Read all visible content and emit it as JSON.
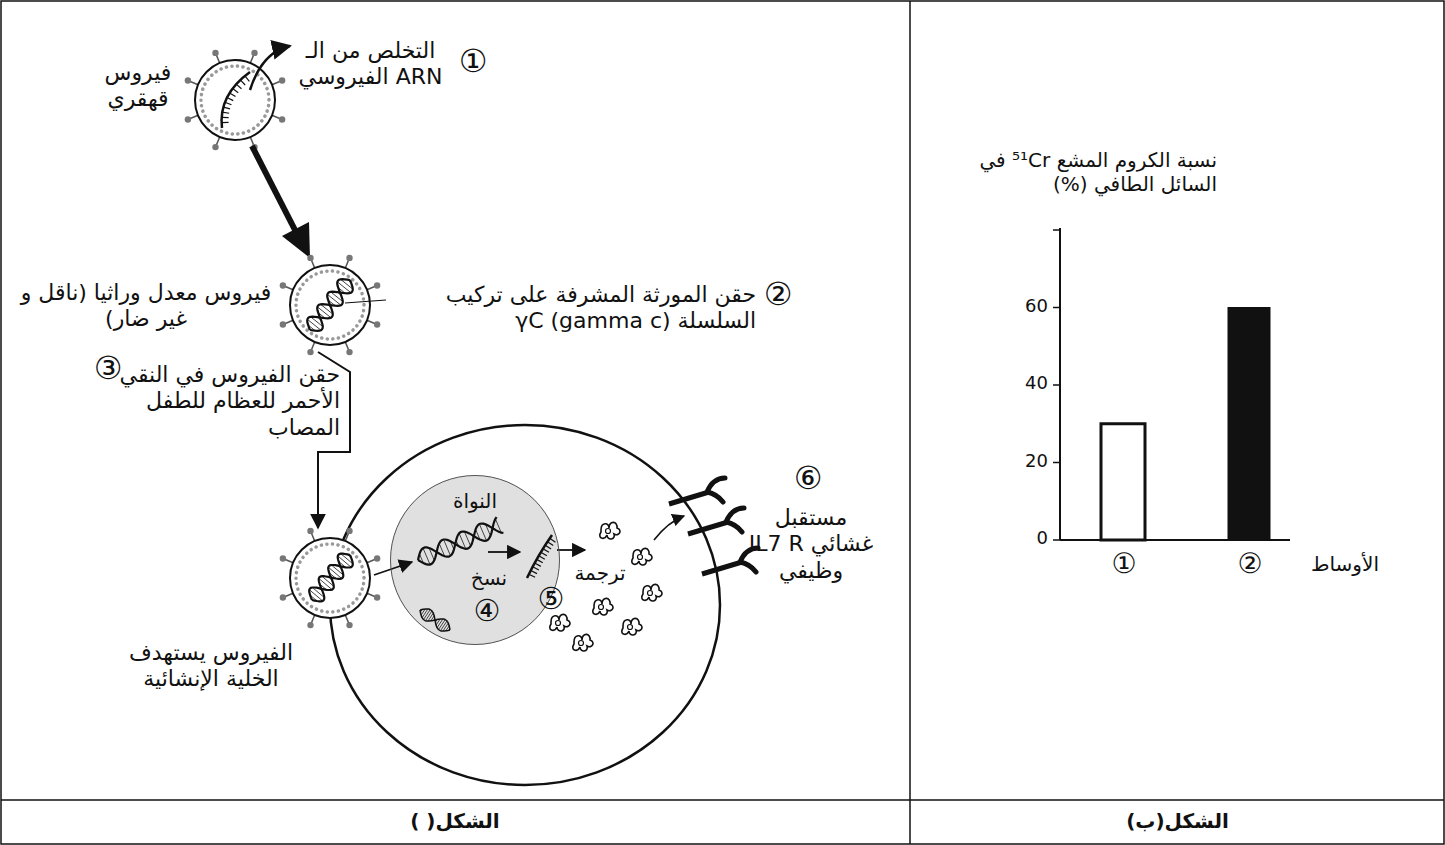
{
  "diagram": {
    "nodes": [
      {
        "text": [
          "النواة"
        ]
      }
    ],
    "labels": [
      "فيروس قهقري",
      "التخلص من الـ ARN الفيروسي",
      "①",
      "فيروس معدل وراثيا (ناقل و غير ضار)",
      "②",
      "حقن المورثة المشرفة على تركيب السلسلة γC (gamma c)",
      "③",
      "حقن الفيروس في النقي الأحمر للعظام للطفل المصاب",
      "نسخ",
      "④",
      "ترجمة",
      "⑤",
      "⑥",
      "مستقبل غشائي IL7 R وظيفي",
      "الفيروس يستهدف الخلية الإنشائية",
      "الشكل( )",
      "نسبة الكروم المشع ⁵¹Cr في السائل الطافي (%)",
      "60",
      "40",
      "20",
      "0",
      "①",
      "②",
      "الأوساط",
      "الشكل(ب)"
    ]
  }
}
